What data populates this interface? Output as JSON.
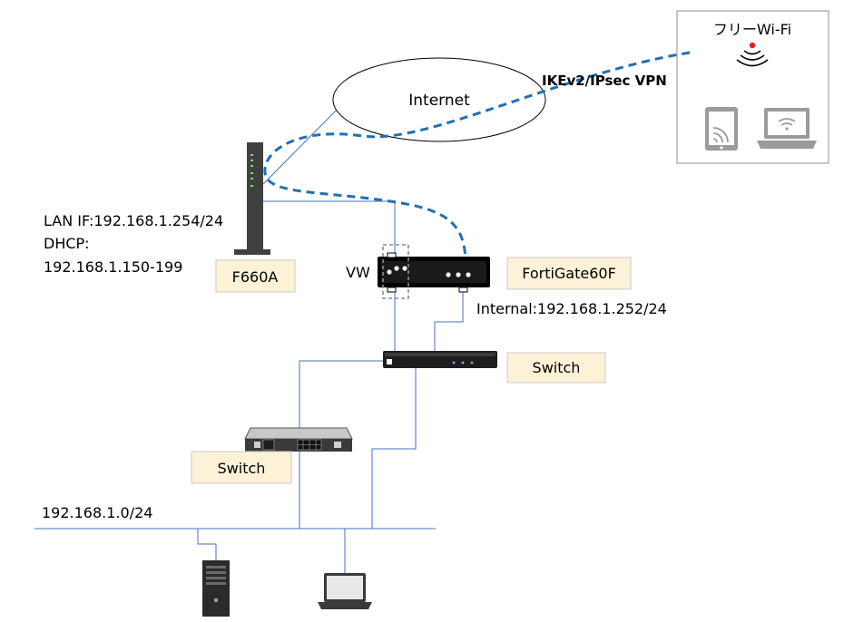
{
  "wifi": {
    "title": "フリーWi-Fi"
  },
  "internet": {
    "label": "Internet"
  },
  "vpn": {
    "label": "IKEv2/IPsec VPN"
  },
  "f660a": {
    "lan_if": "LAN IF:192.168.1.254/24",
    "dhcp_label": "DHCP:",
    "dhcp_range": "192.168.1.150-199",
    "name": "F660A"
  },
  "fortigate": {
    "vw": "VW",
    "name": "FortiGate60F",
    "internal": "Internal:192.168.1.252/24"
  },
  "core_switch": {
    "name": "Switch"
  },
  "small_switch": {
    "name": "Switch"
  },
  "lan": {
    "subnet": "192.168.1.0/24"
  },
  "colors": {
    "link_line": "#4472c4",
    "vpn_dash": "#1f6fb5",
    "label_fill": "#fdf2d8",
    "wifi_signal": "#e02020"
  }
}
